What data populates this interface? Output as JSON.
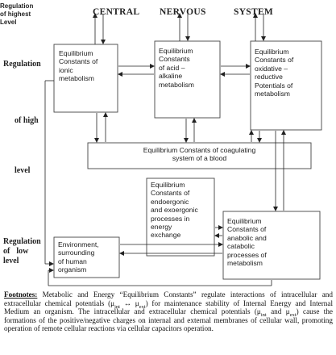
{
  "left_labels": {
    "highest": [
      "Regulation",
      "of highest",
      "Level"
    ],
    "regulation": "Regulation",
    "of_high": "of high",
    "level": "level",
    "low": [
      "Regulation",
      "of",
      "low",
      "level"
    ]
  },
  "top_heading": {
    "central": "CENTRAL",
    "nervous": "NERVOUS",
    "system": "SYSTEM"
  },
  "boxes": {
    "ionic": [
      "Equilibrium",
      "Constants  of",
      "ionic",
      "metabolism"
    ],
    "acid_alkaline": [
      "Equilibrium",
      "Constants",
      "of   acid  –",
      "alkaline",
      "metabolism"
    ],
    "oxidative": [
      "Equilibrium",
      "Constants of",
      "oxidative –",
      "reductive",
      "Potentials of",
      "metabolism"
    ],
    "coagulating": [
      "Equilibrium   Constants   of   coagulating",
      "system   of   a   blood"
    ],
    "endoergonic": [
      "Equilibrium",
      "Constants of",
      "endoergonic",
      "and  exoergonic",
      "processes   in",
      "energy",
      "exchange"
    ],
    "anabolic": [
      "Equilibrium",
      "Constants   of",
      "anabolic   and",
      "catabolic",
      "processes   of",
      "metabolism"
    ],
    "environment": [
      "Environment,",
      "surrounding",
      "of         human",
      "organism"
    ]
  },
  "footnote": {
    "label": "Footnotes:",
    "p1": " Metabolic and Energy “Equilibrium Constants” regulate interactions of intracellular and extracellular chemical potentials (μ",
    "sub_int": "int",
    "p2": " ↔ μ",
    "sub_ext": "ext",
    "p3": ") for maintenance stability of Internal Energy and Internal Medium an organism. The intracellular and extracellular chemical potentials (μ",
    "p4": " and μ",
    "p5": ")  cause the formations of the positive/negative charges on internal and external membranes of cellular wall, promoting operation of remote cellular reactions via cellular capacitors operation."
  }
}
